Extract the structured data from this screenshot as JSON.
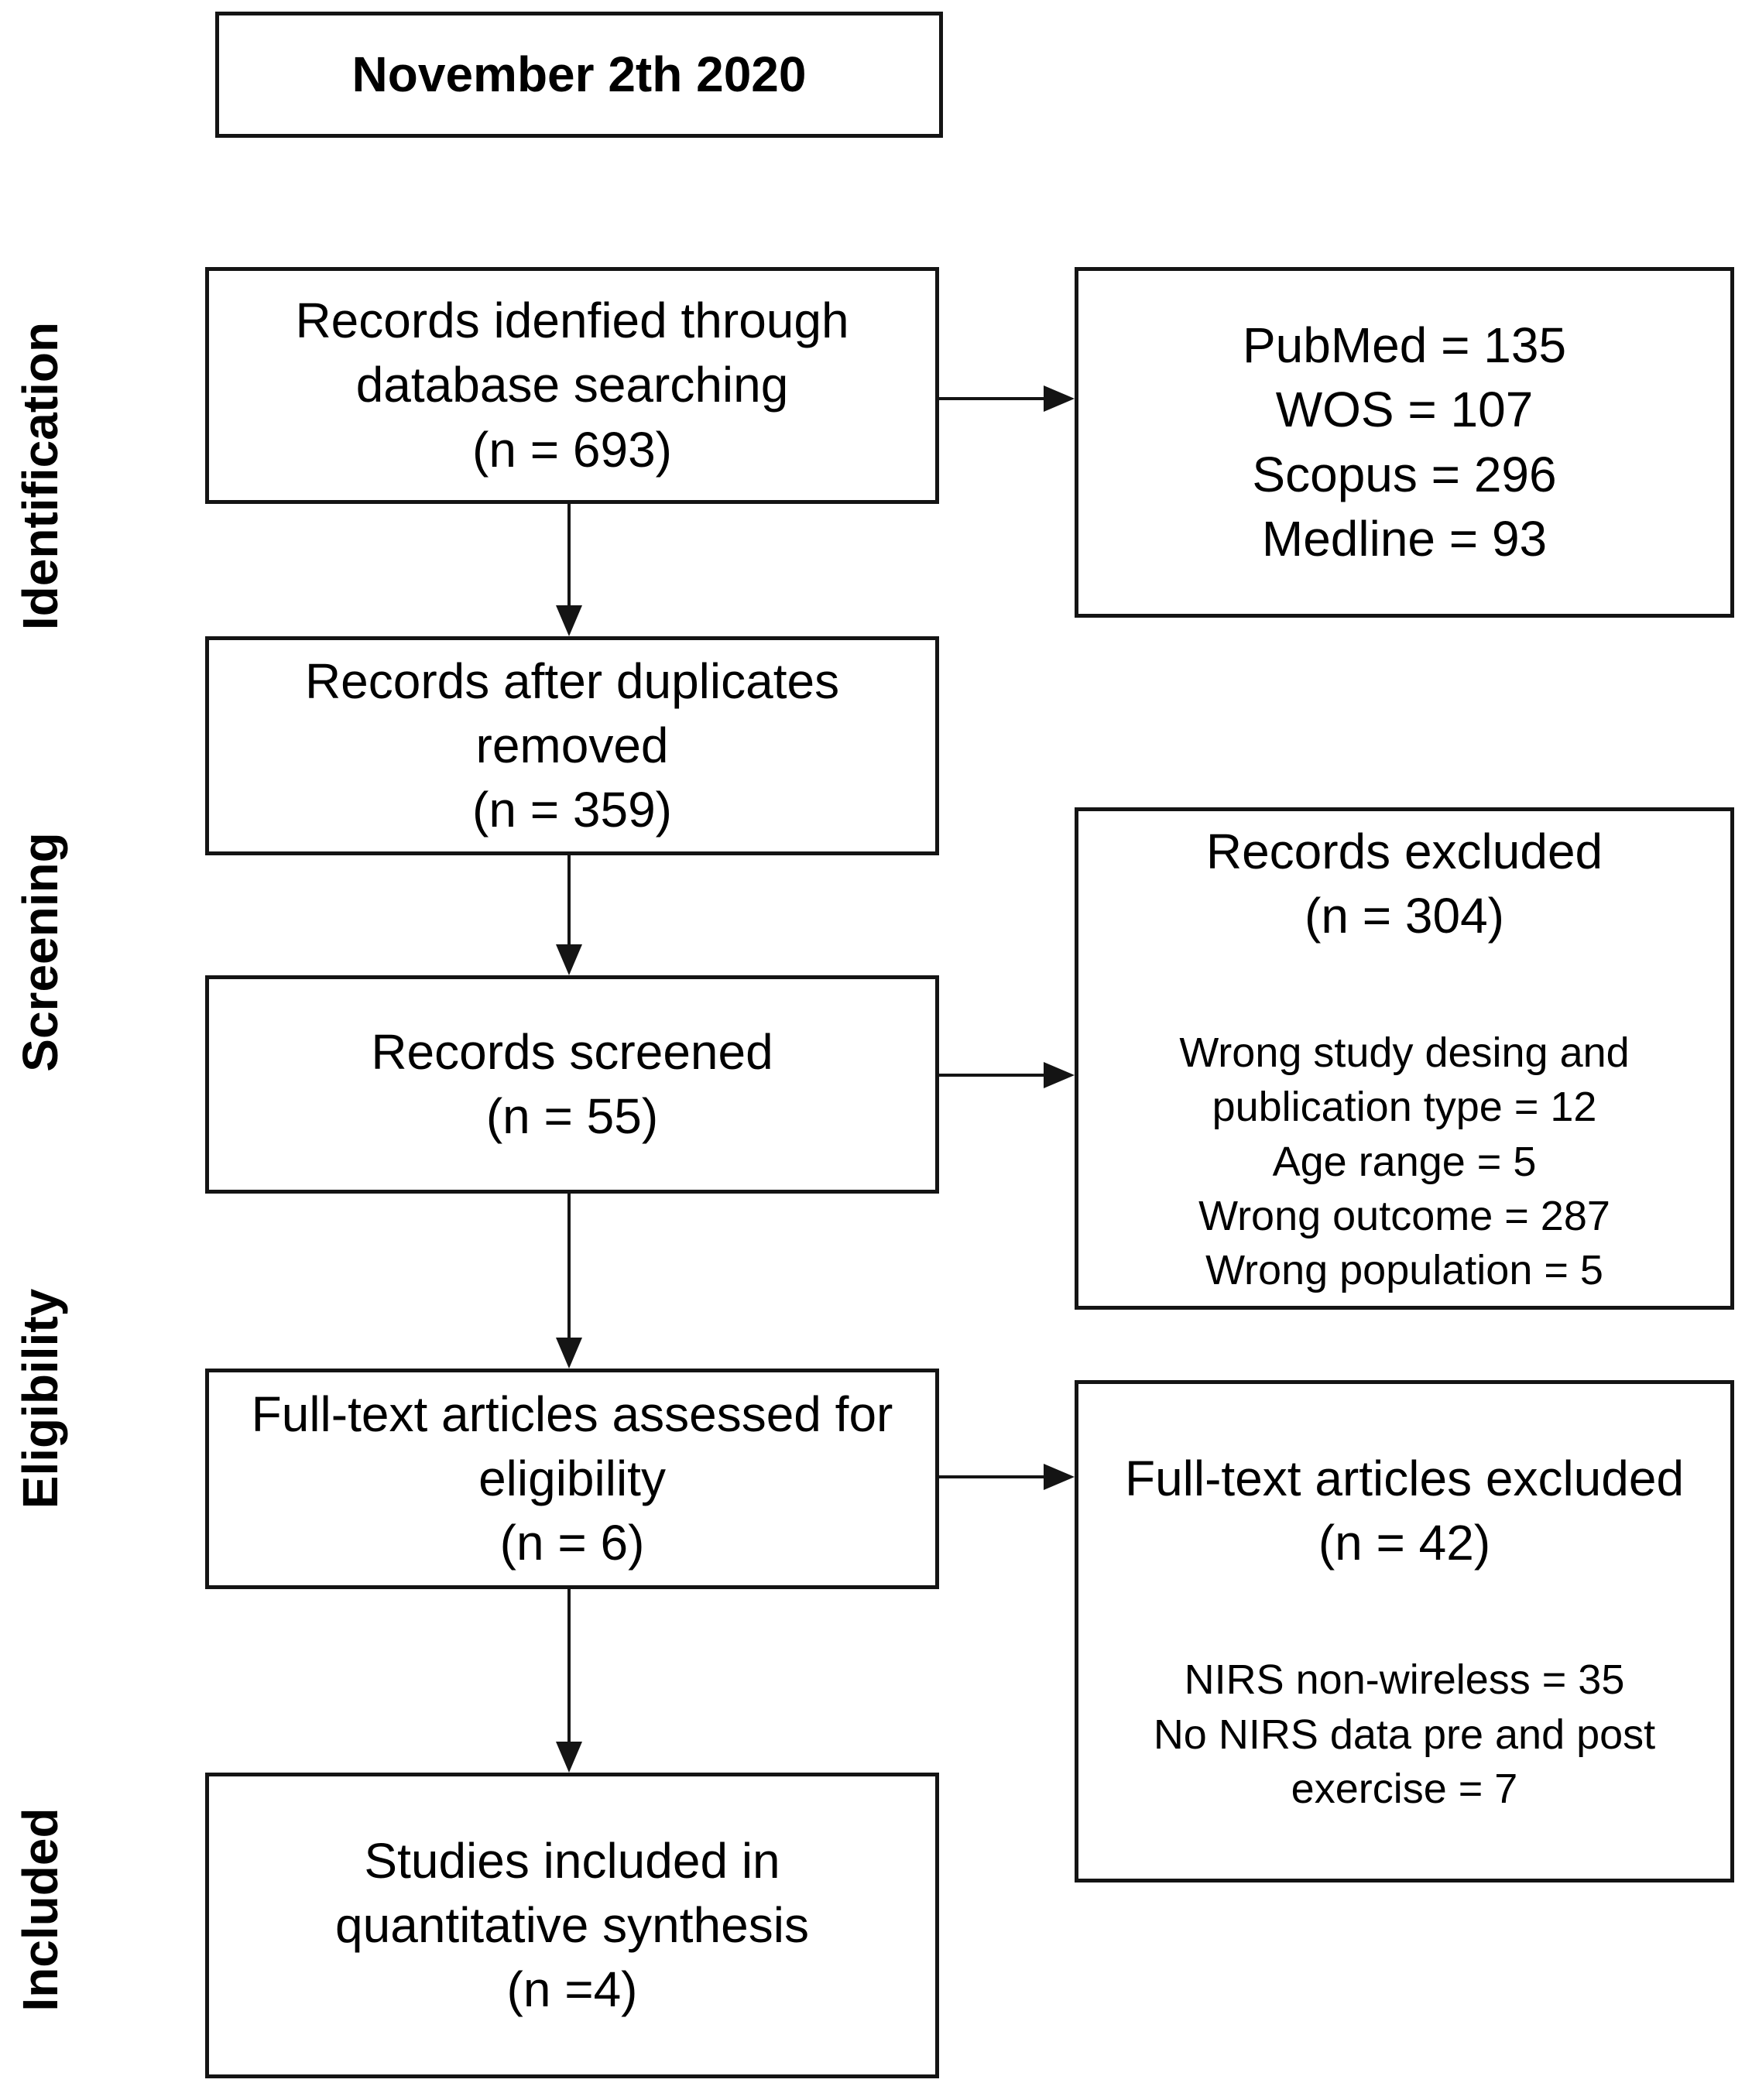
{
  "title": {
    "date_label": "November 2th 2020"
  },
  "stage_labels": {
    "identification": "Identification",
    "screening": "Screening",
    "eligibility": "Eligibility",
    "included": "Included"
  },
  "main_flow": {
    "identified": "Records idenfied through\ndatabase searching\n(n = 693)",
    "duplicates_removed": "Records after duplicates\nremoved\n(n = 359)",
    "screened": "Records screened\n(n = 55)",
    "fulltext_assessed": "Full-text articles assessed for\neligibility\n(n = 6)",
    "included_synthesis": "Studies included in\nquantitative synthesis\n(n =4)"
  },
  "side_notes": {
    "database_counts": "PubMed = 135\nWOS = 107\nScopus = 296\nMedline = 93",
    "records_excluded": {
      "heading": "Records excluded\n(n = 304)",
      "details": "Wrong study desing and\npublication type = 12\nAge range = 5\nWrong outcome = 287\nWrong population = 5"
    },
    "fulltext_excluded": {
      "heading": "Full-text articles excluded\n(n = 42)",
      "details": "NIRS non-wireless = 35\nNo NIRS data pre and post\nexercise = 7"
    }
  },
  "colors": {
    "ink": "#141414",
    "background": "#ffffff"
  }
}
